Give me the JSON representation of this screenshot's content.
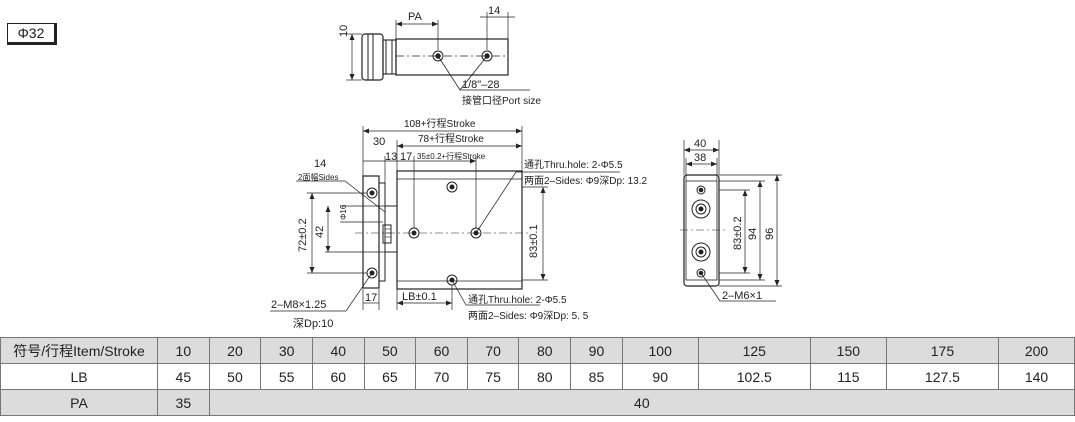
{
  "badge": "Φ32",
  "top_view": {
    "pa": "PA",
    "d14": "14",
    "d10": "10",
    "port_thread": "1/8\"–28",
    "port_label": "接管口径Port size"
  },
  "front_view": {
    "d108": "108+行程Stroke",
    "d78": "78+行程Stroke",
    "d30": "30",
    "d13": "13",
    "d17a": "17",
    "d35": "35±0.2+行程Stroke",
    "d14": "14",
    "sides_wrench": "2面幅Sides",
    "dphi16": "Φ16",
    "d72": "72±0.2",
    "d42": "42",
    "d83": "83±0.1",
    "d17b": "17",
    "lb": "LB±0.1",
    "thread_m8": "2–M8×1.25",
    "depth_m8": "深Dp:10",
    "hole_top_1": "通孔Thru.hole: 2-Φ5.5",
    "hole_top_2": "两面2–Sides: Φ9深Dp: 13.2",
    "hole_bot_1": "通孔Thru.hole: 2-Φ5.5",
    "hole_bot_2": "两面2–Sides: Φ9深Dp: 5. 5"
  },
  "side_view": {
    "d40": "40",
    "d38": "38",
    "d83": "83±0.2",
    "d94": "94",
    "d96": "96",
    "thread_m6": "2–M6×1"
  },
  "table": {
    "rows": [
      {
        "header": "符号/行程Item/Stroke",
        "cells": [
          "10",
          "20",
          "30",
          "40",
          "50",
          "60",
          "70",
          "80",
          "90",
          "100",
          "125",
          "150",
          "175",
          "200"
        ]
      },
      {
        "header": "LB",
        "cells": [
          "45",
          "50",
          "55",
          "60",
          "65",
          "70",
          "75",
          "80",
          "85",
          "90",
          "102.5",
          "115",
          "127.5",
          "140"
        ]
      },
      {
        "header": "PA",
        "cells": [
          "35",
          "40"
        ]
      }
    ]
  }
}
